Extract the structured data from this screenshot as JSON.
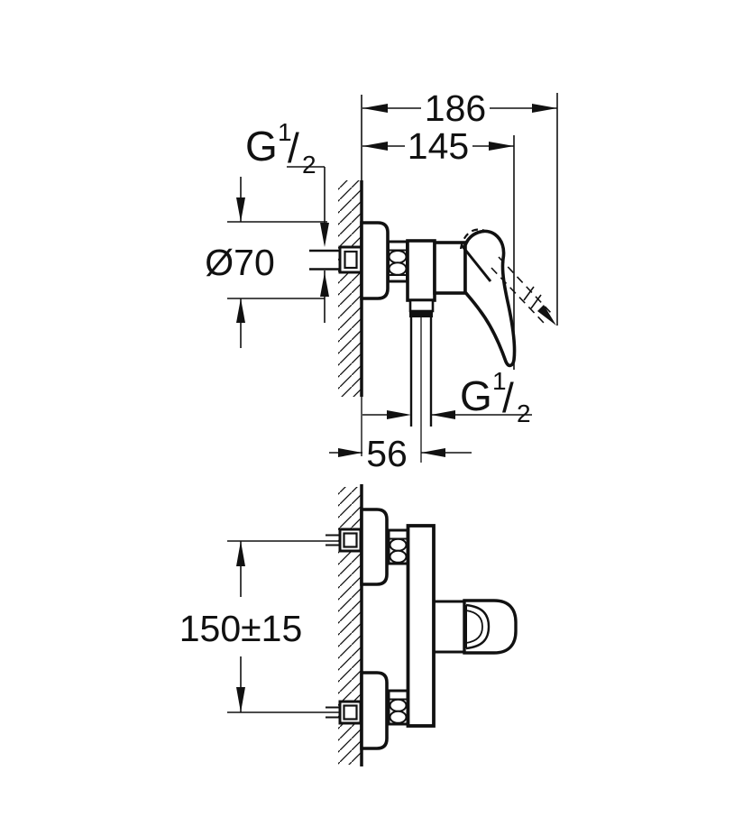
{
  "drawing": {
    "title_meaning": "shower mixer installation dimension drawing",
    "dim_width_total": "186",
    "dim_width_handle": "145",
    "dim_flange_diameter": "Ø70",
    "dim_outlet_offset": "56",
    "dim_inlet_spacing": "150±15",
    "thread_g": "G",
    "thread_num": "1",
    "thread_slash": "/",
    "thread_den": "2"
  },
  "colors": {
    "ink": "#111111",
    "background": "#ffffff"
  }
}
